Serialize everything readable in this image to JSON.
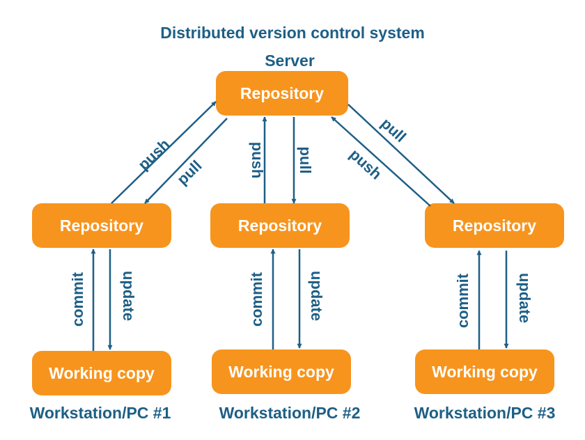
{
  "title": "Distributed version control system",
  "server": {
    "label": "Server",
    "repository": "Repository"
  },
  "workstations": [
    {
      "repository": "Repository",
      "working_copy": "Working copy",
      "label": "Workstation/PC #1"
    },
    {
      "repository": "Repository",
      "working_copy": "Working copy",
      "label": "Workstation/PC #2"
    },
    {
      "repository": "Repository",
      "working_copy": "Working copy",
      "label": "Workstation/PC #3"
    }
  ],
  "arrows": {
    "push": "push",
    "pull": "pull",
    "commit": "commit",
    "update": "update"
  },
  "colors": {
    "box_fill": "#f7941d",
    "arrow_and_text": "#1d5f86"
  }
}
